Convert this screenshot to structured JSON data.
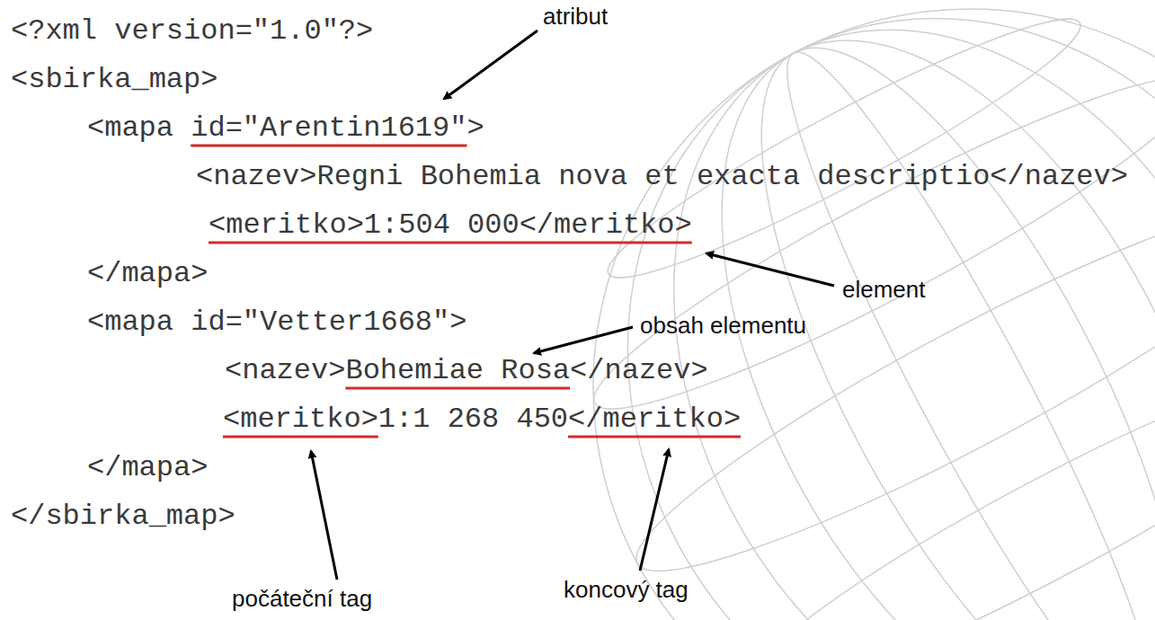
{
  "diagram": {
    "labels": [
      "<?xml version=\"1.0\"?>",
      "<sbirka_map>",
      "<mapa id=\"Arentin1619\">",
      "<nazev>Regni Bohemia nova et exacta descriptio</nazev>",
      "<meritko>1:504 000</meritko>",
      "</mapa>",
      "<mapa id=\"Vetter1668\">",
      "<nazev>Bohemiae Rosa</nazev>",
      "<meritko>1:1 268 450</meritko>",
      "</mapa>",
      "</sbirka_map>",
      "atribut",
      "element",
      "obsah elementu",
      "počáteční tag",
      "koncový tag"
    ]
  }
}
